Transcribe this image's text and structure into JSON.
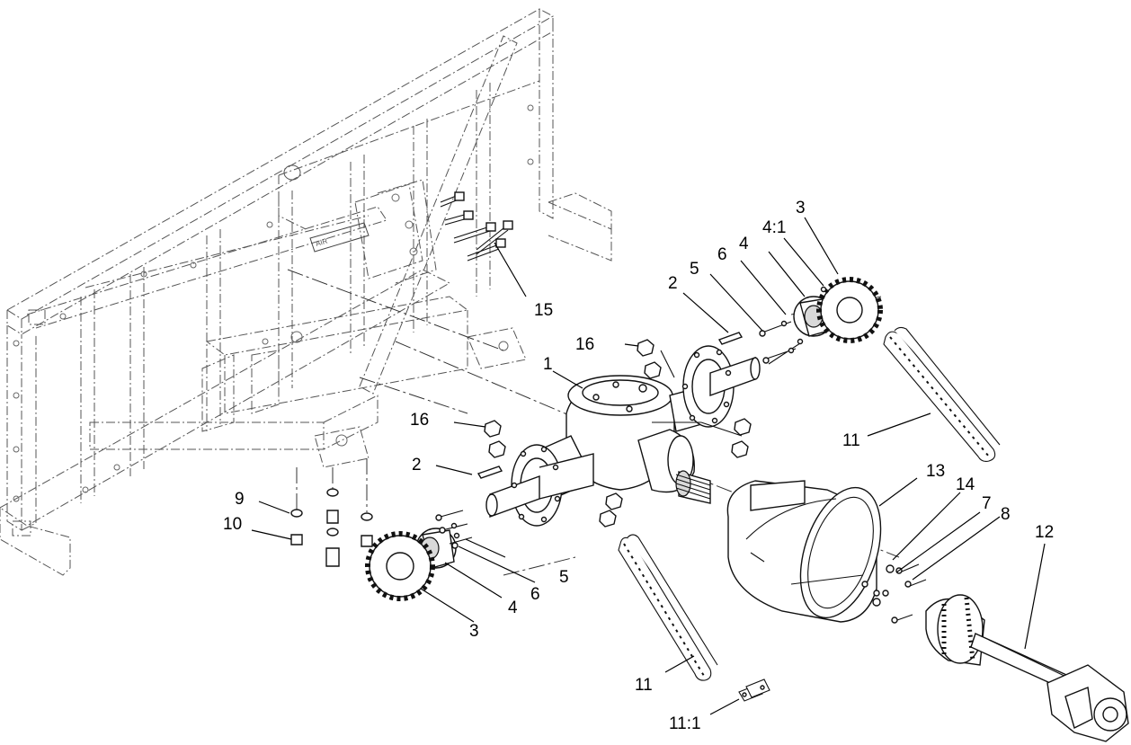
{
  "callouts": {
    "c1": "1",
    "c2a": "2",
    "c2b": "2",
    "c3a": "3",
    "c3b": "3",
    "c4a": "4",
    "c4b": "4",
    "c41": "4:1",
    "c5a": "5",
    "c5b": "5",
    "c6a": "6",
    "c6b": "6",
    "c7": "7",
    "c8": "8",
    "c9": "9",
    "c10": "10",
    "c11a": "11",
    "c11b": "11",
    "c111": "11:1",
    "c12": "12",
    "c13": "13",
    "c14": "14",
    "c15": "15",
    "c16a": "16",
    "c16b": "16"
  },
  "sticker_text": "AIR"
}
